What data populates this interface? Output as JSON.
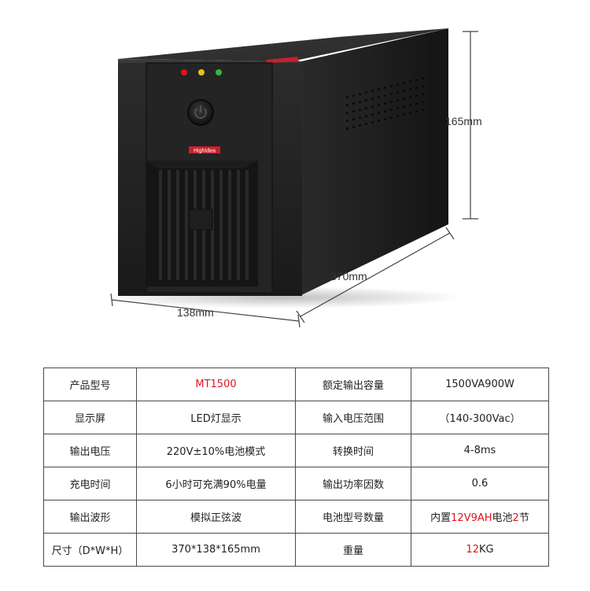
{
  "dimensions": {
    "height_label": "165mm",
    "length_label": "370mm",
    "width_label": "138mm"
  },
  "product": {
    "brand_badge": "HighIdea",
    "icons": [
      "power-button-icon",
      "led-red-icon",
      "led-yellow-icon",
      "led-green-icon"
    ]
  },
  "colors": {
    "accent_red": "#e0141e",
    "body_dark": "#1e1e1e",
    "border": "#4a4a4a"
  },
  "specs": {
    "rows": [
      {
        "label1": "产品型号",
        "value1": "MT1500",
        "label2": "额定输出容量",
        "value2": "1500VA900W"
      },
      {
        "label1": "显示屏",
        "value1": "LED灯显示",
        "label2": "输入电压范围",
        "value2": "（140-300Vac）"
      },
      {
        "label1": "输出电压",
        "value1": "220V±10%电池模式",
        "label2": "转换时间",
        "value2": "4-8ms"
      },
      {
        "label1": "充电时间",
        "value1": "6小时可充满90%电量",
        "label2": "输出功率因数",
        "value2": "0.6"
      },
      {
        "label1": "输出波形",
        "value1": "模拟正弦波",
        "label2": "电池型号数量",
        "value2_parts": [
          "内置",
          "12V9AH",
          "电池",
          "2",
          "节"
        ]
      },
      {
        "label1": "尺寸（D*W*H）",
        "value1": "370*138*165mm",
        "label2": "重量",
        "value2_parts": [
          "12",
          "KG"
        ]
      }
    ]
  }
}
